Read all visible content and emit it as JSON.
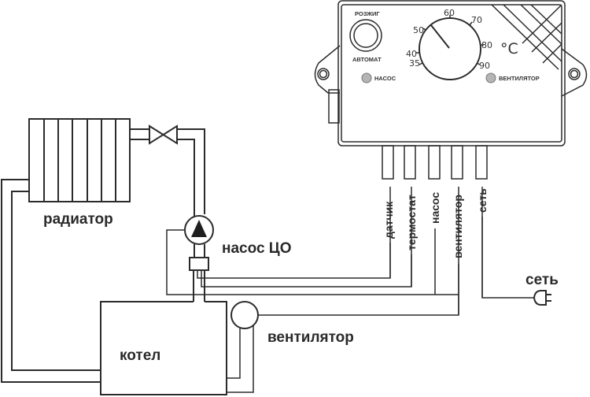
{
  "diagram": {
    "title": "Схема подключения контроллера котла",
    "components": {
      "radiator": {
        "label": "радиатор"
      },
      "pump": {
        "label": "насос ЦО"
      },
      "boiler": {
        "label": "котел"
      },
      "fan": {
        "label": "вентилятор"
      },
      "mains": {
        "label": "сеть"
      }
    },
    "controller": {
      "button_top_label": "РОЗЖИГ",
      "button_bottom_label": "АВТОМАТ",
      "indicator_left_label": "НАСОС",
      "indicator_right_label": "ВЕНТИЛЯТОР",
      "dial_unit": "°C",
      "dial_scale": [
        "35",
        "40",
        "50",
        "60",
        "70",
        "80",
        "90"
      ],
      "dial_setting": "50",
      "cable_labels": [
        "датчик",
        "термостат",
        "насос",
        "вентилятор",
        "сеть"
      ]
    },
    "colors": {
      "line": "#2b2b2b",
      "indicator": "#b5b5b5",
      "pump_triangle": "#1e1e1e"
    }
  }
}
